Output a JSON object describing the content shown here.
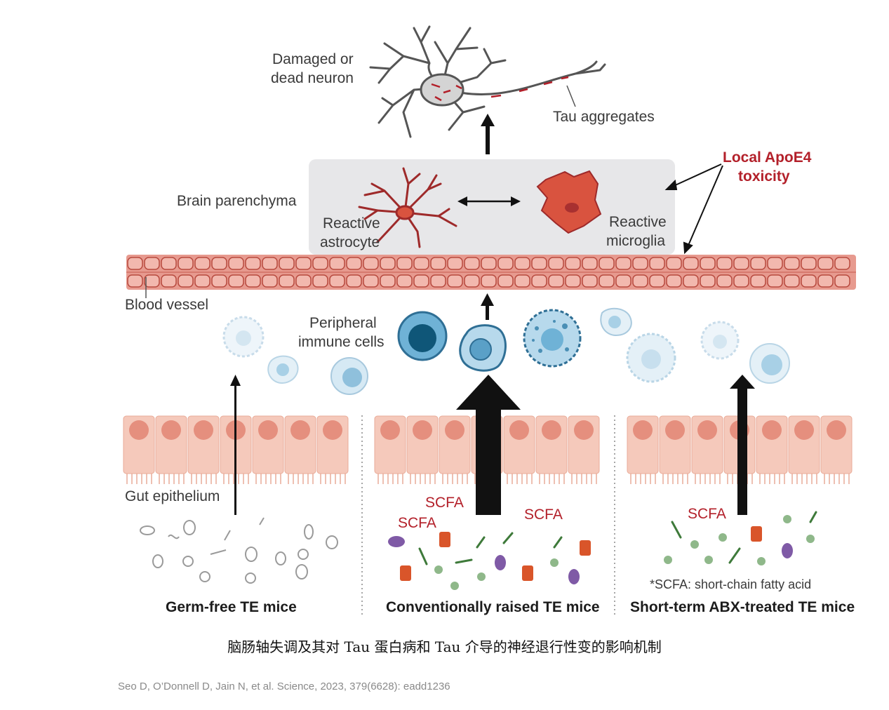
{
  "labels": {
    "damaged_neuron_line1": "Damaged or",
    "damaged_neuron_line2": "dead neuron",
    "tau_aggregates": "Tau aggregates",
    "local_apoe4_line1": "Local ApoE4",
    "local_apoe4_line2": "toxicity",
    "brain_parenchyma": "Brain parenchyma",
    "reactive_astrocyte_line1": "Reactive",
    "reactive_astrocyte_line2": "astrocyte",
    "reactive_microglia_line1": "Reactive",
    "reactive_microglia_line2": "microglia",
    "blood_vessel": "Blood vessel",
    "peripheral_immune_line1": "Peripheral",
    "peripheral_immune_line2": "immune cells",
    "gut_epithelium": "Gut epithelium",
    "scfa": "SCFA",
    "scfa_note": "*SCFA: short-chain fatty acid"
  },
  "panels": [
    {
      "title": "Germ-free TE mice"
    },
    {
      "title": "Conventionally raised TE mice"
    },
    {
      "title": "Short-term ABX-treated TE mice"
    }
  ],
  "caption": "脑肠轴失调及其对 Tau 蛋白病和 Tau 介导的神经退行性变的影响机制",
  "citation": "Seo D, O’Donnell D, Jain N, et al. Science, 2023, 379(6628): eadd1236",
  "colors": {
    "accent_red": "#b3202a",
    "vessel": "#e79a8f",
    "epithelium": "#f5c9bb",
    "immune_blue": "#4a8fb5",
    "parenchyma_box": "#e7e7e9"
  }
}
